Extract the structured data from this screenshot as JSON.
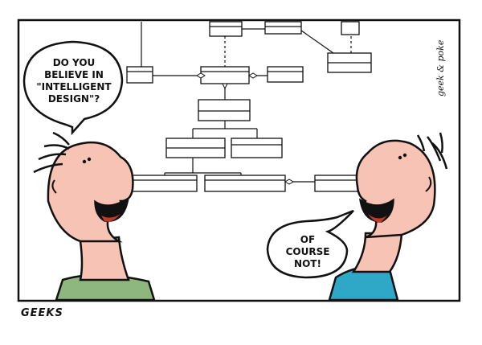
{
  "comic": {
    "bubble_left_lines": [
      "DO YOU",
      "BELIEVE IN",
      "\"INTELLIGENT",
      "DESIGN\"?"
    ],
    "bubble_right_lines": [
      "OF",
      "COURSE",
      "NOT!"
    ],
    "signature": "geek & poke",
    "caption": "GEEKS",
    "colors": {
      "skin": "#f7c3b4",
      "shirt_left": "#8db77e",
      "shirt_right": "#2fa8c8",
      "ink": "#111111"
    }
  }
}
